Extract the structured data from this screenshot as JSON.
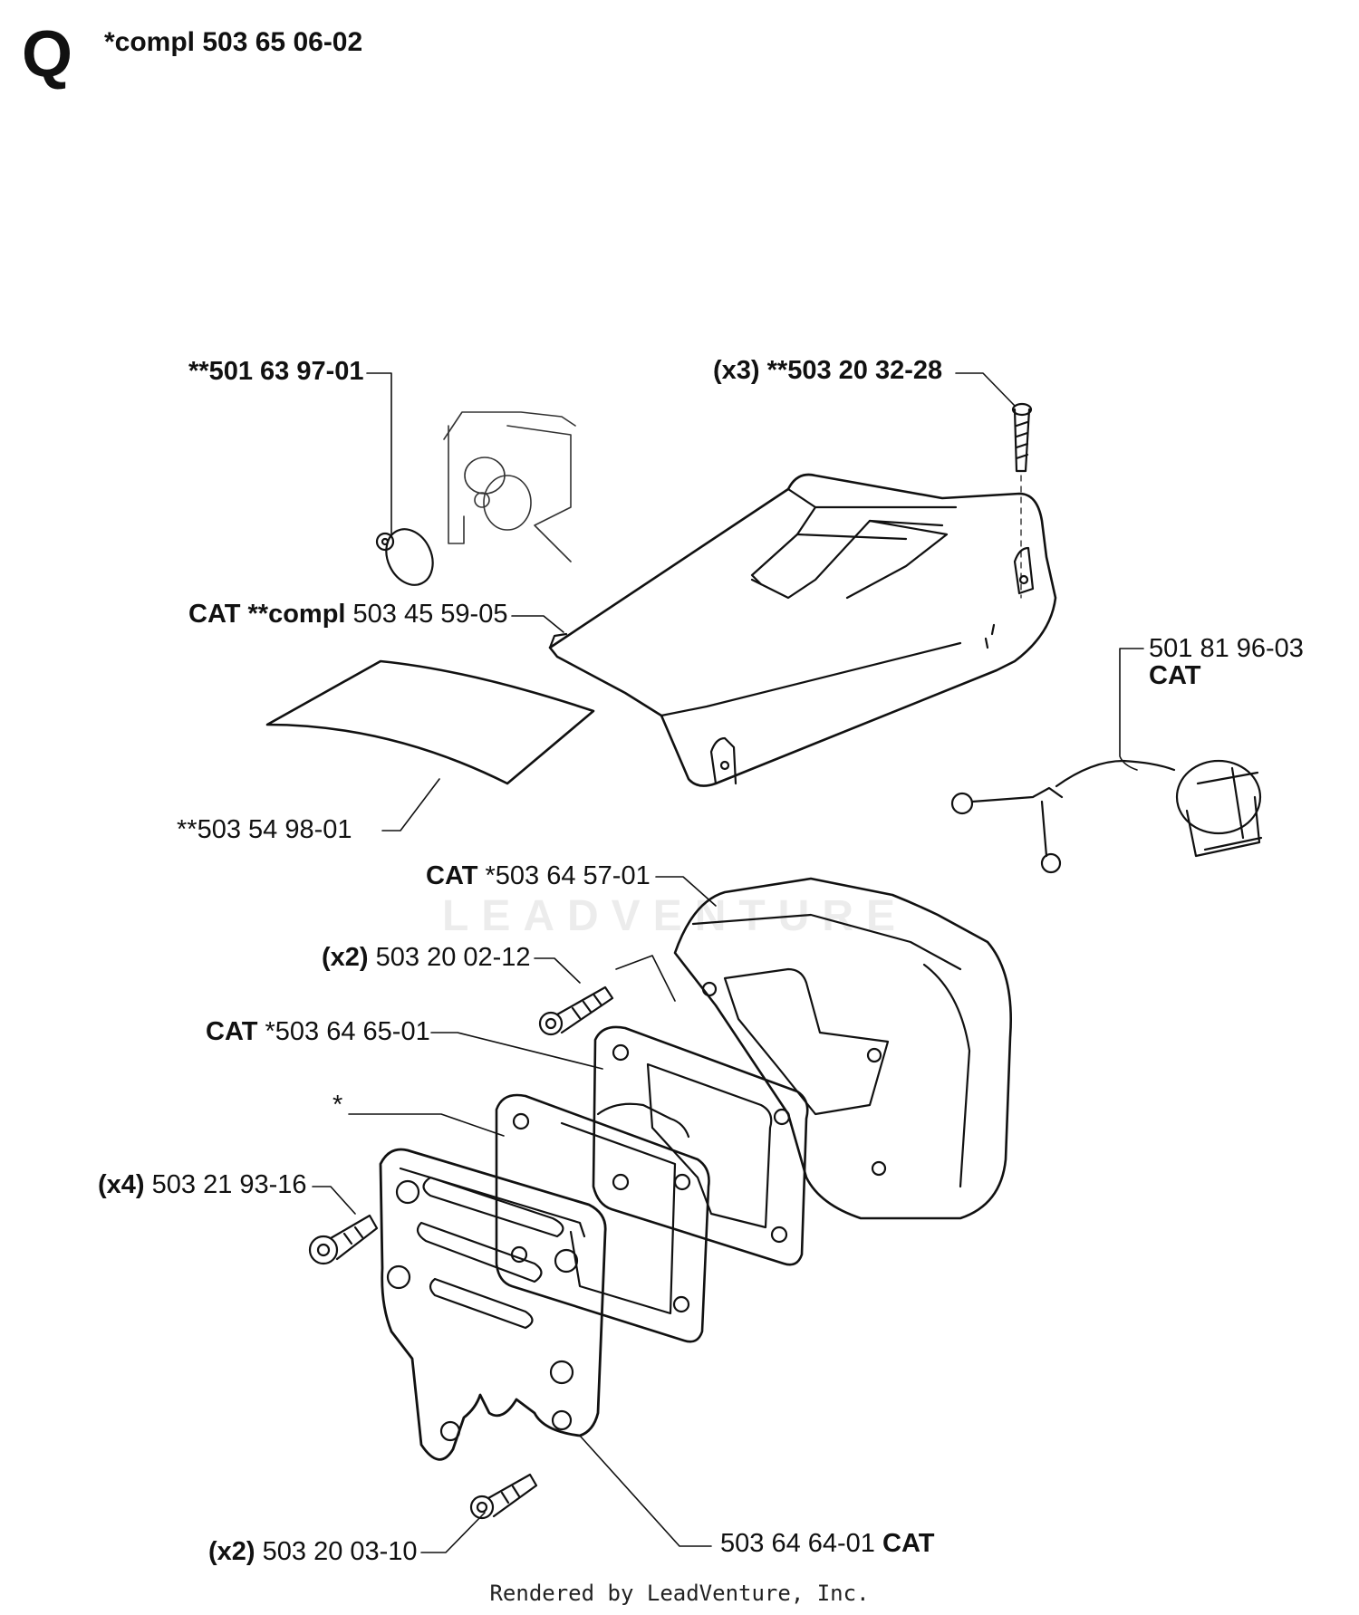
{
  "header": {
    "section_letter": "Q",
    "kit_label": "*compl 503 65 06-02"
  },
  "watermark": "LEADVENTURE",
  "footer": "Rendered by LeadVenture, Inc.",
  "labels": {
    "plug": {
      "bold": "**501 63 97-01",
      "plain": ""
    },
    "screw_x3": {
      "bold": "(x3) **503 20 32-28",
      "plain": ""
    },
    "cover": {
      "bold": "CAT **compl",
      "plain": " 503 45 59-05"
    },
    "cap_num": {
      "bold": "",
      "plain": "501 81 96-03"
    },
    "cap_cat": {
      "bold": "CAT",
      "plain": ""
    },
    "sheet": {
      "bold": "",
      "plain": "**503 54 98-01"
    },
    "muffler": {
      "bold": "CAT",
      "plain": " *503 64 57-01"
    },
    "screw_x2a": {
      "bold": "(x2)",
      "plain": " 503 20 02-12"
    },
    "gasket": {
      "bold": "CAT",
      "plain": " *503 64 65-01"
    },
    "star": {
      "bold": "",
      "plain": "*"
    },
    "screw_x4": {
      "bold": "(x4)",
      "plain": " 503 21 93-16"
    },
    "screw_x2b": {
      "bold": "(x2)",
      "plain": " 503 20 03-10"
    },
    "plate": {
      "bold": " CAT",
      "plain": "503 64 64-01"
    }
  },
  "colors": {
    "ink": "#111111",
    "watermark": "#ececec"
  }
}
